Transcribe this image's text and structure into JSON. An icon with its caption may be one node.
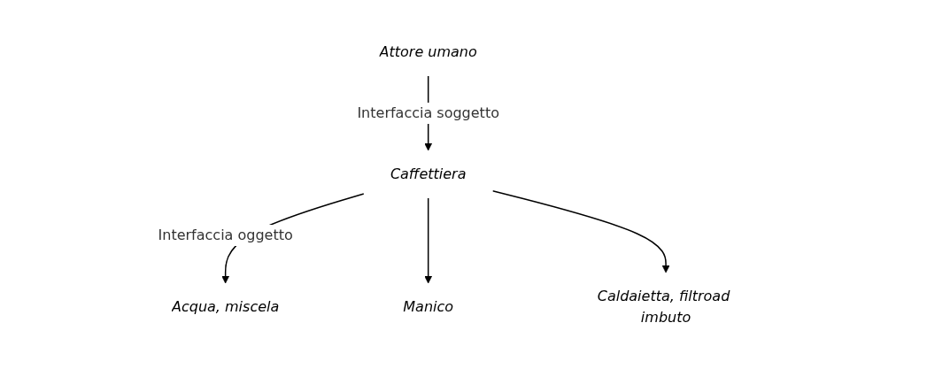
{
  "diagram": {
    "nodes": [
      {
        "text": [
          "Attore umano"
        ]
      },
      {
        "text": [
          "Caffettiera"
        ]
      },
      {
        "text": [
          "Acqua, miscela"
        ]
      },
      {
        "text": [
          "Manico"
        ]
      },
      {
        "text": [
          "Caldaietta, filtroad imbuto"
        ]
      }
    ],
    "edges": [
      {
        "from": 0,
        "to": 1,
        "arrow": "to",
        "label": "Interfaccia soggetto"
      },
      {
        "from": 1,
        "to": 2,
        "arrow": "to",
        "label": "Interfaccia oggetto"
      },
      {
        "from": 1,
        "to": 3,
        "arrow": "to"
      },
      {
        "from": 1,
        "to": 4,
        "arrow": "to"
      }
    ]
  }
}
